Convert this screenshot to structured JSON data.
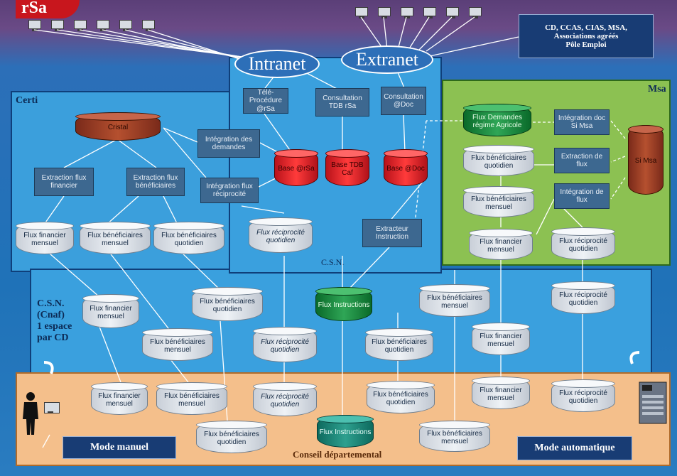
{
  "logo": "rSa",
  "top_right_box": [
    "CD, CCAS, CIAS, MSA,",
    "Associations agréés",
    "Pôle Emploi"
  ],
  "networks": {
    "intranet": "Intranet",
    "extranet": "Extranet"
  },
  "zones": {
    "certi": "Certi",
    "msa": "Msa",
    "csn_top": "C.S.N.",
    "csn_side": [
      "C.S.N.",
      "(Cnaf)",
      "1 espace",
      "par CD"
    ],
    "cd": "Conseil départemental"
  },
  "modes": {
    "manual": "Mode manuel",
    "automatic": "Mode automatique"
  },
  "center": {
    "tele_procedure": "Télé-Procédure @rSa",
    "consult_tdb": "Consultation TDB rSa",
    "consult_doc": "Consultation @Doc",
    "base_rsa": "Base @rSa",
    "base_tdb": "Base TDB Caf",
    "base_doc": "Base @Doc",
    "extracteur": "Extracteur Instruction",
    "flux_reciprocite": "Flux réciprocité quotidien"
  },
  "certi": {
    "cristal": "Cristal",
    "integration_demandes": "Intégration des demandes",
    "integration_reciprocite": "Intégration flux réciprocité",
    "extraction_financier": "Extraction flux financier",
    "extraction_beneficiaires": "Extraction flux bénéficiaires",
    "flux_financier": "Flux financier mensuel",
    "flux_benef_mensuel": "Flux bénéficiaires mensuel",
    "flux_benef_quotidien": "Flux bénéficiaires quotidien"
  },
  "msa": {
    "flux_demandes": "Flux Demandes régime Agricole",
    "integration_doc": "Intégration doc Si Msa",
    "extraction_flux": "Extraction de flux",
    "integration_flux": "Intégration de flux",
    "si_msa": "Si Msa",
    "flux_benef_quotidien": "Flux bénéficiaires quotidien",
    "flux_benef_mensuel": "Flux bénéficiaires mensuel",
    "flux_financier": "Flux financier mensuel",
    "flux_reciprocite": "Flux réciprocité quotidien"
  },
  "csn": {
    "flux_financier": "Flux financier mensuel",
    "flux_benef_quotidien": "Flux bénéficiaires quotidien",
    "flux_benef_mensuel": "Flux bénéficiaires mensuel",
    "flux_reciprocite": "Flux réciprocité quotidien",
    "flux_instructions": "Flux Instructions",
    "flux_benef_quotidien_2": "Flux bénéficiaires quotidien",
    "flux_benef_mensuel_2": "Flux bénéficiaires mensuel",
    "flux_financier_2": "Flux financier mensuel",
    "flux_reciprocite_2": "Flux réciprocité quotidien"
  },
  "cd": {
    "flux_financier": "Flux financier mensuel",
    "flux_benef_mensuel": "Flux bénéficiaires mensuel",
    "flux_reciprocite": "Flux réciprocité quotidien",
    "flux_benef_quotidien": "Flux bénéficiaires quotidien",
    "flux_instructions": "Flux Instructions",
    "flux_benef_quotidien_2": "Flux bénéficiaires quotidien",
    "flux_benef_mensuel_2": "Flux bénéficiaires mensuel",
    "flux_financier_2": "Flux financier mensuel",
    "flux_reciprocite_2": "Flux réciprocité quotidien"
  }
}
